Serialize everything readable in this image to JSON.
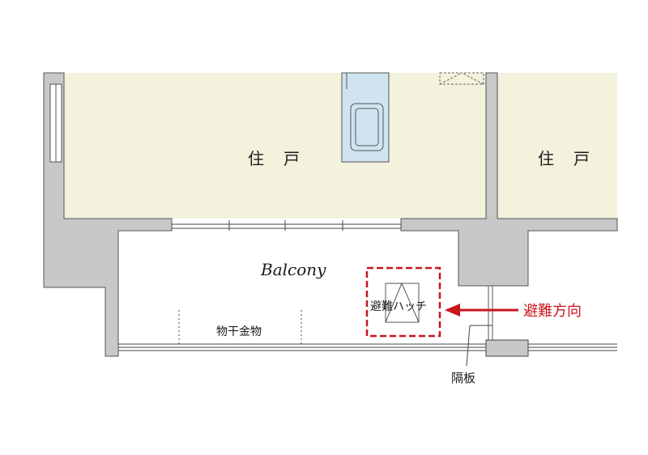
{
  "plan": {
    "room_left_label": "住　戸",
    "room_right_label": "住　戸",
    "balcony_label": "Balcony",
    "hatch_label": "避難ハッチ",
    "drying_rack_label": "物干金物",
    "partition_label": "隔板",
    "evacuation_direction_label": "避難方向"
  },
  "colors": {
    "room_fill": "#f3f2dd",
    "wall_fill": "#c8c8c8",
    "sink_fill": "#cfe4f0",
    "evacuation_red": "#c8161d",
    "line": "#333333"
  }
}
